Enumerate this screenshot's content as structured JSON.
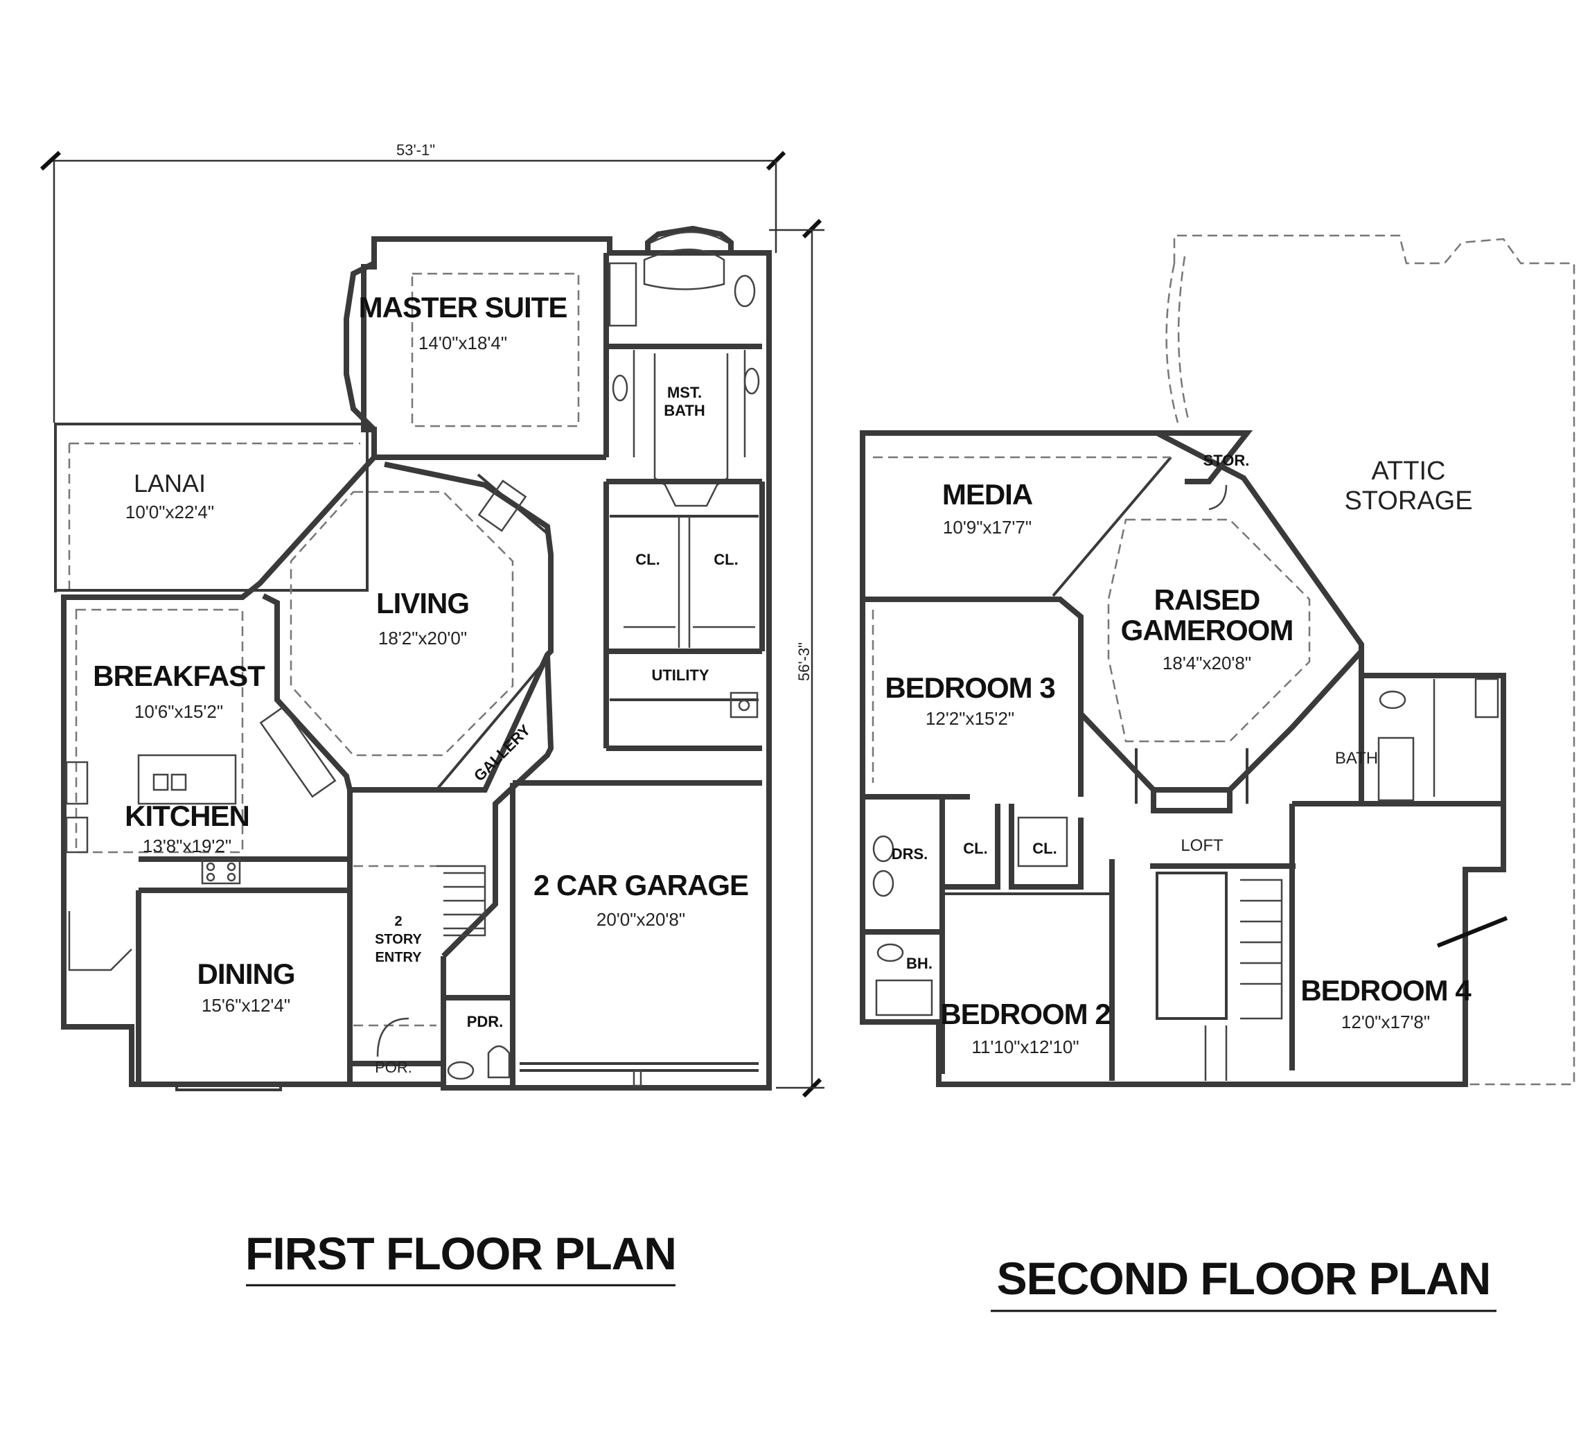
{
  "dimensions": {
    "width_overall": "53'-1\"",
    "depth_overall": "56'-3\""
  },
  "first_floor": {
    "title": "FIRST FLOOR PLAN",
    "rooms": [
      {
        "id": "master-suite",
        "name": "MASTER SUITE",
        "size": "14'0\"x18'4\""
      },
      {
        "id": "mst-bath",
        "name_line1": "MST.",
        "name_line2": "BATH"
      },
      {
        "id": "lanai",
        "name": "LANAI",
        "size": "10'0\"x22'4\""
      },
      {
        "id": "living",
        "name": "LIVING",
        "size": "18'2\"x20'0\""
      },
      {
        "id": "breakfast",
        "name": "BREAKFAST",
        "size": "10'6\"x15'2\""
      },
      {
        "id": "kitchen",
        "name": "KITCHEN",
        "size": "13'8\"x19'2\""
      },
      {
        "id": "dining",
        "name": "DINING",
        "size": "15'6\"x12'4\""
      },
      {
        "id": "garage",
        "name": "2 CAR GARAGE",
        "size": "20'0\"x20'8\""
      },
      {
        "id": "closet-1",
        "name": "CL."
      },
      {
        "id": "closet-2",
        "name": "CL."
      },
      {
        "id": "utility",
        "name": "UTILITY"
      },
      {
        "id": "gallery",
        "name": "GALLERY"
      },
      {
        "id": "entry",
        "name_line1": "2",
        "name_line2": "STORY",
        "name_line3": "ENTRY"
      },
      {
        "id": "powder",
        "name": "PDR."
      },
      {
        "id": "porch",
        "name": "POR."
      }
    ]
  },
  "second_floor": {
    "title": "SECOND FLOOR PLAN",
    "rooms": [
      {
        "id": "media",
        "name": "MEDIA",
        "size": "10'9\"x17'7\""
      },
      {
        "id": "storage",
        "name": "STOR."
      },
      {
        "id": "attic",
        "name_line1": "ATTIC",
        "name_line2": "STORAGE"
      },
      {
        "id": "gameroom",
        "name_line1": "RAISED",
        "name_line2": "GAMEROOM",
        "size": "18'4\"x20'8\""
      },
      {
        "id": "bedroom-3",
        "name": "BEDROOM 3",
        "size": "12'2\"x15'2\""
      },
      {
        "id": "bath",
        "name": "BATH"
      },
      {
        "id": "loft",
        "name": "LOFT"
      },
      {
        "id": "dressing",
        "name": "DRS."
      },
      {
        "id": "closet-a",
        "name": "CL."
      },
      {
        "id": "closet-b",
        "name": "CL."
      },
      {
        "id": "bh",
        "name": "BH."
      },
      {
        "id": "bedroom-2",
        "name": "BEDROOM 2",
        "size": "11'10\"x12'10\""
      },
      {
        "id": "bedroom-4",
        "name": "BEDROOM 4",
        "size": "12'0\"x17'8\""
      }
    ]
  }
}
